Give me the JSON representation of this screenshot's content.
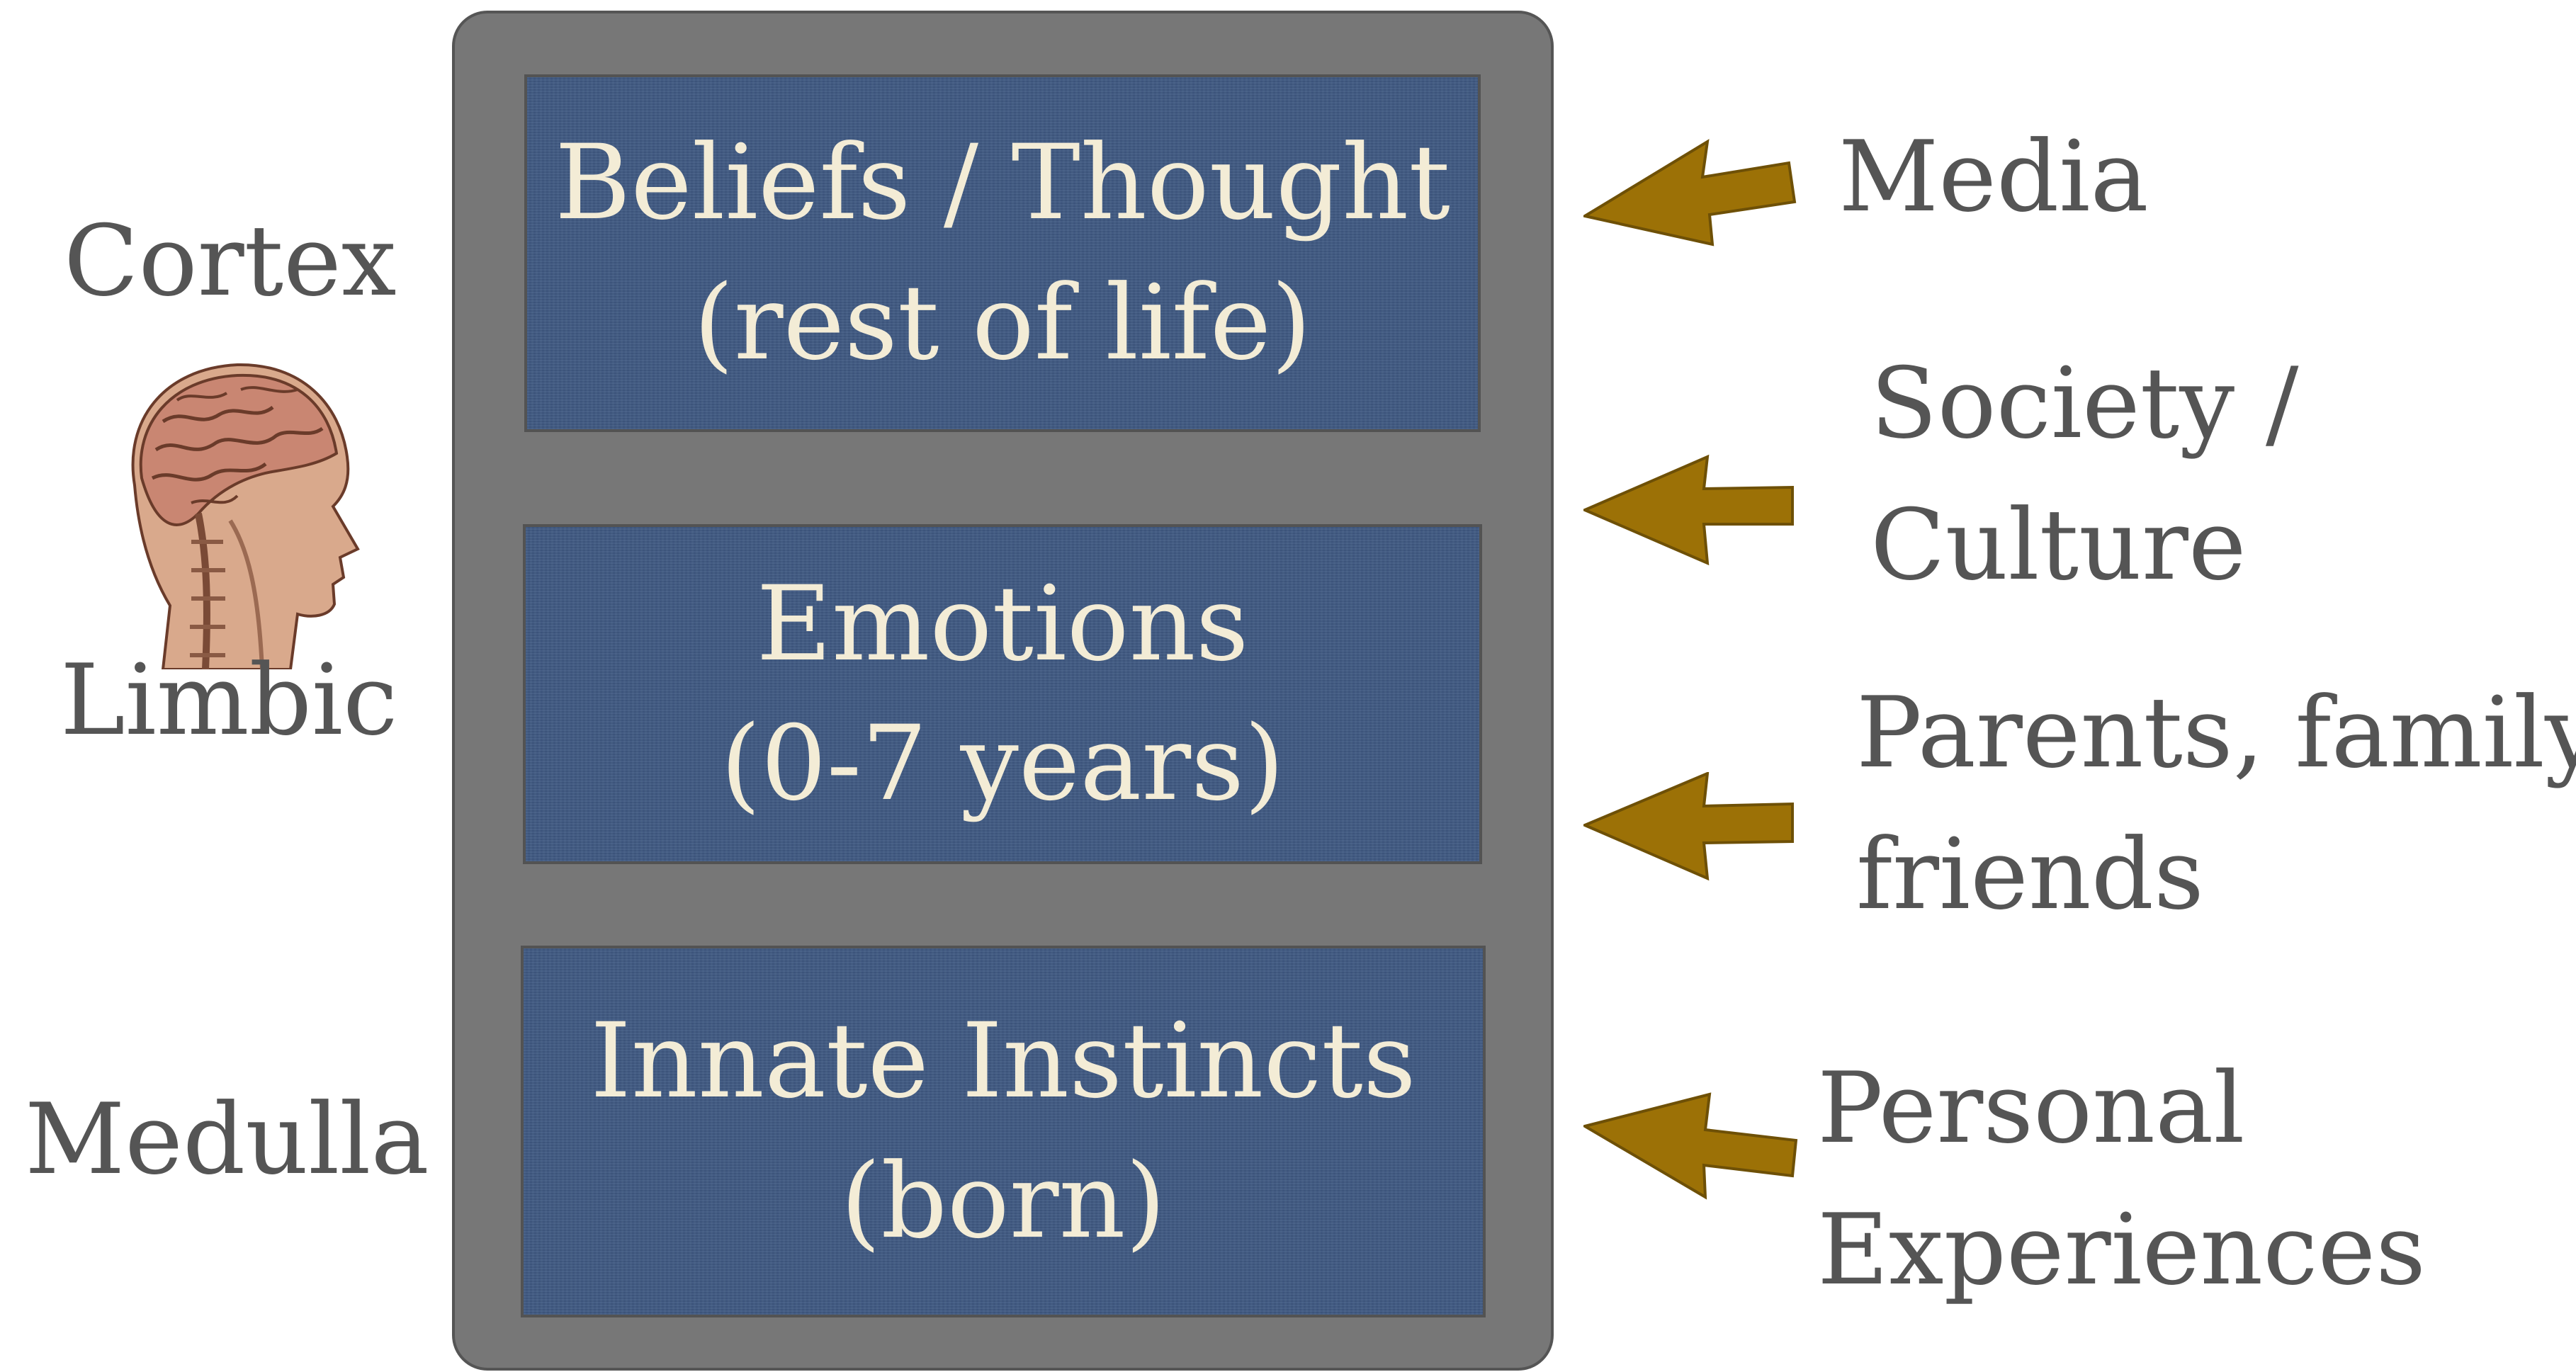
{
  "left_labels": {
    "cortex": "Cortex",
    "limbic": "Limbic",
    "medulla": "Medulla"
  },
  "layers": [
    {
      "line1": "Beliefs / Thought",
      "line2": "(rest of life)"
    },
    {
      "line1": "Emotions",
      "line2": "(0-7 years)"
    },
    {
      "line1": "Innate Instincts",
      "line2": "(born)"
    }
  ],
  "influences": [
    {
      "line1": "Media",
      "line2": ""
    },
    {
      "line1": "Society /",
      "line2": "Culture"
    },
    {
      "line1": "Parents, family,",
      "line2": "friends"
    },
    {
      "line1": "Personal",
      "line2": "Experiences"
    }
  ],
  "icons": {
    "head": "brain-head-icon",
    "arrow": "arrow-left-icon"
  },
  "colors": {
    "layer_fill": "#3f5982",
    "frame_fill": "#777777",
    "arrow_fill": "#9c7106",
    "layer_text": "#f3ecd6",
    "label_text": "#555555"
  }
}
